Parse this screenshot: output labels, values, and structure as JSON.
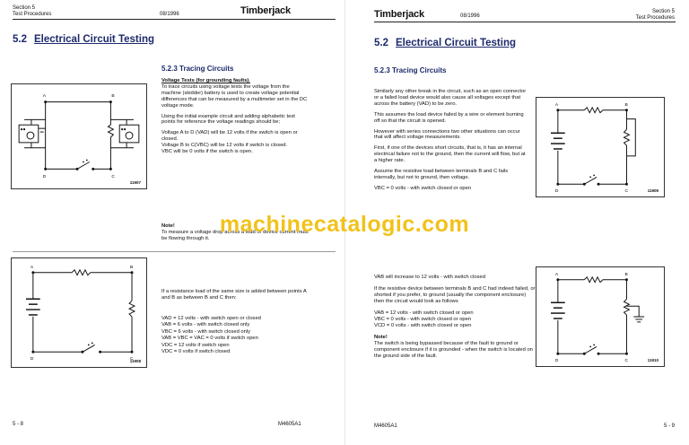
{
  "watermark": "machinecatalogic.com",
  "left": {
    "section": "Section 5",
    "subsection": "Test Procedures",
    "date": "08/1996",
    "brand": "Timberjack",
    "heading_num": "5.2",
    "heading_text": "Electrical Circuit Testing",
    "subheading": "5.2.3 Tracing Circuits",
    "voltage_title": "Voltage Tests (for grounding faults).",
    "voltage_body": "To trace circuits using voltage tests the voltage from the machine (skidder) battery is used to create voltage potential differences that can be measured by a multimeter set in the DC voltage mode.",
    "example_intro": "Using the initial example circuit and adding alphabetic test points for reference the voltage readings should be;",
    "reading_1": "Voltage A to D (VAD) will be 12 volts if the switch is open or closed.",
    "reading_2": "Voltage B to C(VBC) will be 12 volts if switch is closed.",
    "reading_3": "VBC will be 0 volts if the switch is open.",
    "note_title": "Note!",
    "note_body": "To measure a voltage drop across a load or device current must be flowing through it.",
    "intro2": "If a resistance load of the same size is added between points A and B as between B and C then:",
    "equations": [
      "VAD = 12 volts - with switch open or closed",
      "VAB = 6 volts - with switch closed only",
      "VBC = 6 volts - with switch closed only",
      "VAB = VBC = VAC = 0 volts if switch open",
      "VDC = 12 volts if switch open",
      "VDC = 0 volts if switch closed"
    ],
    "fig1_no": "11907",
    "fig2_no": "11908",
    "page_no": "5 - 8",
    "doc_code": "M4605A1",
    "labels": {
      "a": "A",
      "b": "B",
      "c": "C",
      "d": "D"
    }
  },
  "right": {
    "section": "Section 5",
    "subsection": "Test Procedures",
    "date": "08/1996",
    "brand": "Timberjack",
    "heading_num": "5.2",
    "heading_text": "Electrical Circuit Testing",
    "subheading": "5.2.3 Tracing Circuits",
    "p1": "Similarly any other break in the circuit, such as an open connector or a failed load device would also cause all voltages except that across the battery (VAD) to be zero.",
    "p2": "This assumes the load device failed by a wire or element burning off so that the circuit is opened.",
    "p3": "However with series connections two other situations can occur that will affect voltage measurements.",
    "p4": "First, if one of the devices short circuits, that is, it has an internal electrical failure not to the ground, then the current will flow, but at a higher rate.",
    "p5": "Assume the resistive load between terminals B and C fails internally, but not to ground, then voltage.",
    "p6": "VBC = 0 volts - with switch closed or open",
    "p7": "VAB will increase to 12 volts - with switch closed",
    "p8": "If the resistive device between terminals B and C had indeed failed, or shorted if you prefer, to ground (usually the component enclosure) then the circuit would look as follows",
    "equations": [
      "VAB = 12 volts - with switch closed or open",
      "VBC = 0 volts - with switch closed or open",
      "VCD = 0 volts - with switch closed or open"
    ],
    "note_title": "Note!",
    "note_body": "The switch is being bypassed because of the fault to ground or component enclosure if it is grounded - when the switch is located on the ground side of the fault.",
    "fig1_no": "11909",
    "fig2_no": "11910",
    "page_no": "5 - 9",
    "doc_code": "M4605A1",
    "labels": {
      "a": "A",
      "b": "B",
      "c": "C",
      "d": "D"
    }
  }
}
